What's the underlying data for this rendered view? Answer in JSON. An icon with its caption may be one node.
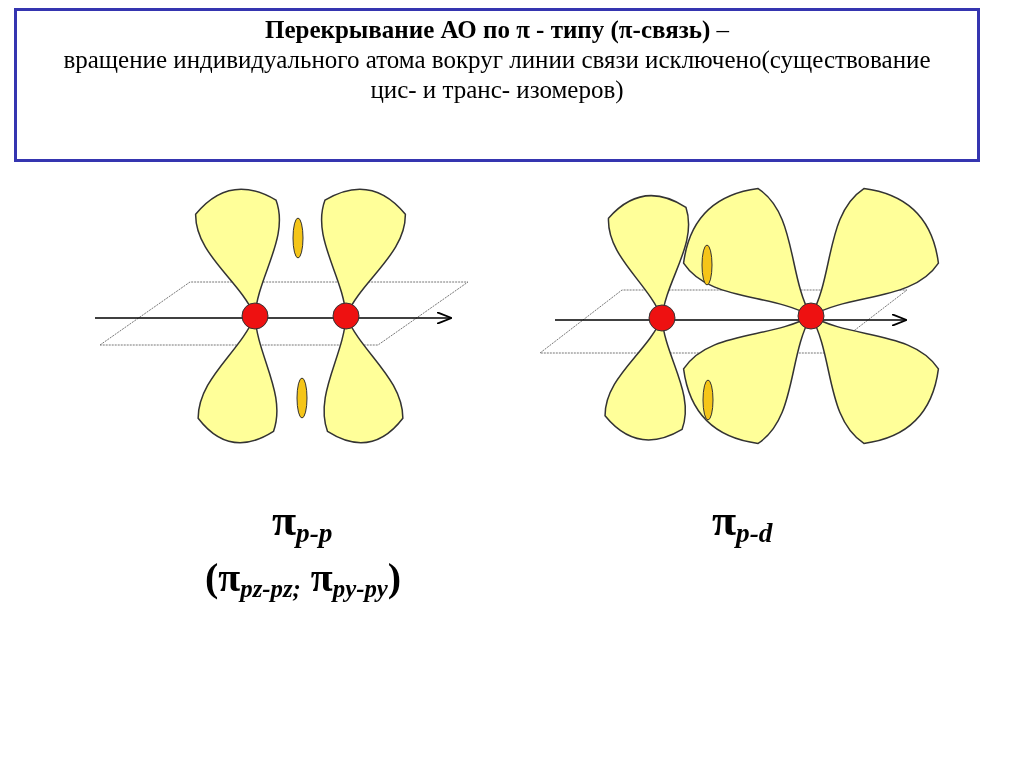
{
  "diagram": {
    "nodes": [
      {
        "text": [
          "**Перекрывание  АО по π - типу  (π-связь)** –",
          "вращение индивидуального атома вокруг линии связи исключено(существование цис- и транс- изомеров)"
        ]
      }
    ],
    "labels": [
      "π$_{p-p}$",
      "(π$_{pz-pz;}$ π$_{py-py}$)",
      "π$_{p-d}$"
    ]
  }
}
